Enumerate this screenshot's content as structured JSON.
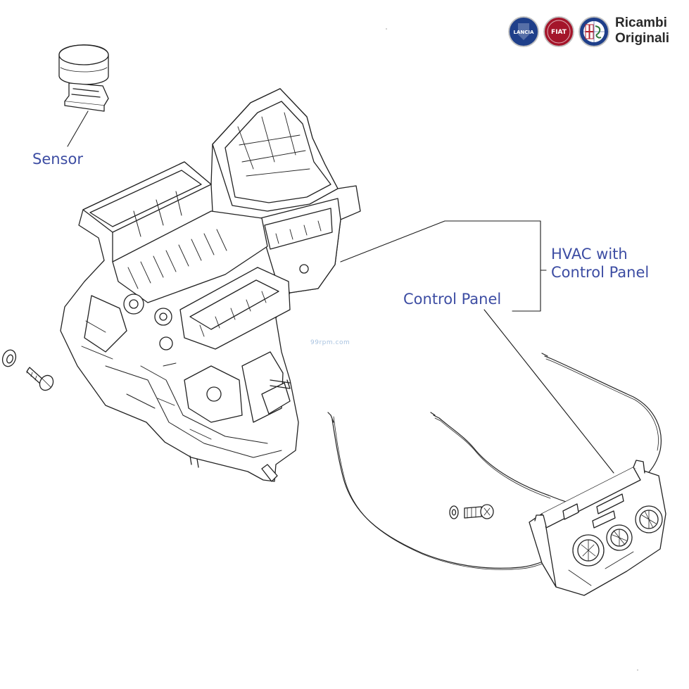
{
  "brand": {
    "line1": "Ricambi",
    "line2": "Originali",
    "logos": [
      {
        "icon": "lancia-logo-icon",
        "text": "LANCIA",
        "color": "#1f3f8a"
      },
      {
        "icon": "fiat-logo-icon",
        "text": "FIAT",
        "color": "#a4152a"
      },
      {
        "icon": "alfa-romeo-logo-icon",
        "text": "",
        "color": "#1f3f8a"
      }
    ]
  },
  "labels": {
    "sensor": "Sensor",
    "hvac_line1": "HVAC with",
    "hvac_line2": "Control Panel",
    "control_panel": "Control Panel"
  },
  "watermark": "99rpm.com",
  "colors": {
    "label": "#3d4da3",
    "line": "#1a1a1a",
    "part_stroke": "#222222"
  }
}
